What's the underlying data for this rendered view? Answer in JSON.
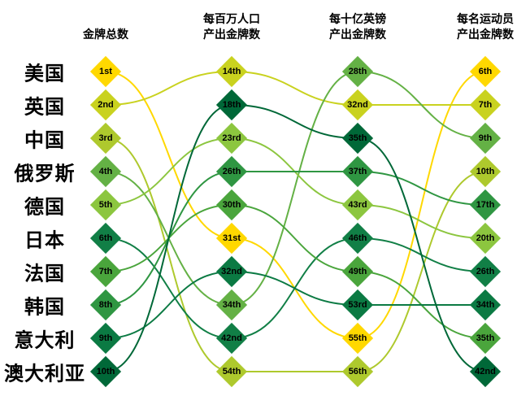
{
  "chart_data": {
    "type": "bump-chart",
    "title": "",
    "column_headers": [
      [
        "金牌总数"
      ],
      [
        "每百万人口",
        "产出金牌数"
      ],
      [
        "每十亿英镑",
        "产出金牌数"
      ],
      [
        "每名运动员",
        "产出金牌数"
      ]
    ],
    "countries": [
      "美国",
      "英国",
      "中国",
      "俄罗斯",
      "德国",
      "日本",
      "法国",
      "韩国",
      "意大利",
      "澳大利亚"
    ],
    "column_ranks": [
      [
        "1st",
        "2nd",
        "3rd",
        "4th",
        "5th",
        "6th",
        "7th",
        "8th",
        "9th",
        "10th"
      ],
      [
        "14th",
        "18th",
        "23rd",
        "26th",
        "30th",
        "31st",
        "32nd",
        "34th",
        "42nd",
        "54th"
      ],
      [
        "28th",
        "32nd",
        "35th",
        "37th",
        "43rd",
        "46th",
        "49th",
        "53rd",
        "55th",
        "56th"
      ],
      [
        "6th",
        "7th",
        "9th",
        "10th",
        "17th",
        "20th",
        "26th",
        "34th",
        "35th",
        "42nd"
      ]
    ],
    "series": [
      {
        "name": "美国",
        "color": "#ffd800",
        "rows": [
          0,
          5,
          8,
          0
        ],
        "ranks": [
          "1st",
          "31st",
          "55th",
          "6th"
        ]
      },
      {
        "name": "英国",
        "color": "#c9d21f",
        "rows": [
          1,
          0,
          1,
          1
        ],
        "ranks": [
          "2nd",
          "14th",
          "32nd",
          "7th"
        ]
      },
      {
        "name": "中国",
        "color": "#aec92d",
        "rows": [
          2,
          9,
          9,
          3
        ],
        "ranks": [
          "3rd",
          "54th",
          "56th",
          "10th"
        ]
      },
      {
        "name": "俄罗斯",
        "color": "#64b145",
        "rows": [
          3,
          7,
          0,
          2
        ],
        "ranks": [
          "4th",
          "34th",
          "28th",
          "9th"
        ]
      },
      {
        "name": "德国",
        "color": "#8cc63f",
        "rows": [
          4,
          2,
          4,
          5
        ],
        "ranks": [
          "5th",
          "23rd",
          "43rd",
          "20th"
        ]
      },
      {
        "name": "日本",
        "color": "#117f46",
        "rows": [
          5,
          8,
          5,
          6
        ],
        "ranks": [
          "6th",
          "42nd",
          "46th",
          "26th"
        ]
      },
      {
        "name": "法国",
        "color": "#4aa53c",
        "rows": [
          6,
          4,
          6,
          8
        ],
        "ranks": [
          "7th",
          "30th",
          "49th",
          "35th"
        ]
      },
      {
        "name": "韩国",
        "color": "#2f9642",
        "rows": [
          7,
          3,
          3,
          4
        ],
        "ranks": [
          "8th",
          "26th",
          "37th",
          "17th"
        ]
      },
      {
        "name": "意大利",
        "color": "#0b7a43",
        "rows": [
          8,
          6,
          7,
          7
        ],
        "ranks": [
          "9th",
          "32nd",
          "53rd",
          "34th"
        ]
      },
      {
        "name": "澳大利亚",
        "color": "#006838",
        "rows": [
          9,
          1,
          2,
          9
        ],
        "ranks": [
          "10th",
          "18th",
          "35th",
          "42nd"
        ]
      }
    ],
    "layout_hint": {
      "columns": 4,
      "rows": 10,
      "node_shape": "diamond",
      "legend": "none"
    }
  }
}
